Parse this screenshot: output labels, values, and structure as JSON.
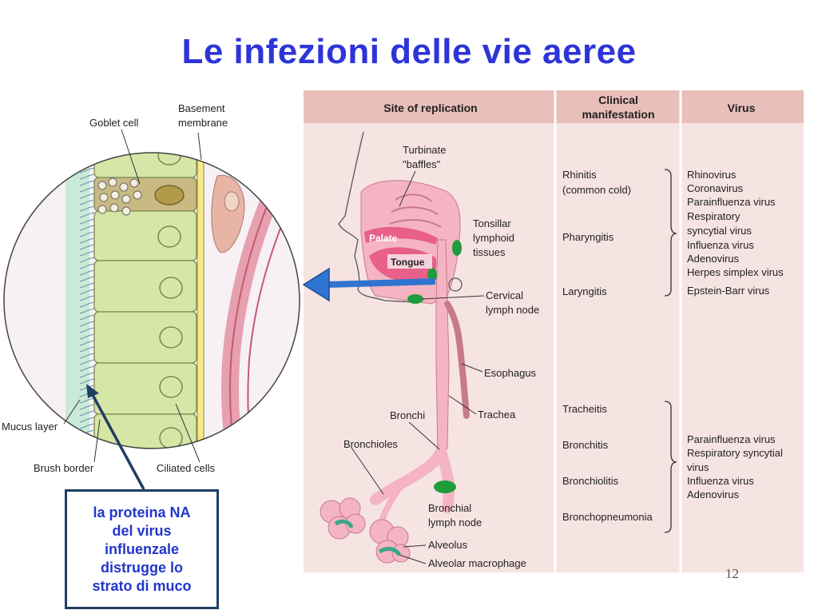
{
  "slide": {
    "title": "Le infezioni delle vie aeree",
    "page_number": "12"
  },
  "table": {
    "headers": [
      "Site of replication",
      "Clinical manifestation",
      "Virus"
    ],
    "header_clinical_lines": [
      "Clinical",
      "manifestation"
    ],
    "manifestations_upper": [
      "Rhinitis",
      "(common cold)",
      "Pharyngitis",
      "Laryngitis"
    ],
    "manifestations_lower": [
      "Tracheitis",
      "Bronchitis",
      "Bronchiolitis",
      "Bronchopneumonia"
    ],
    "viruses_upper": [
      "Rhinovirus",
      "Coronavirus",
      "Parainfluenza virus",
      "Respiratory",
      "syncytial virus",
      "Influenza virus",
      "Adenovirus",
      "Herpes simplex virus",
      "Epstein-Barr virus"
    ],
    "viruses_lower": [
      "Parainfluenza virus",
      "Respiratory syncytial",
      "virus",
      "Influenza virus",
      "Adenovirus"
    ]
  },
  "anatomy_labels": {
    "turbinate": [
      "Turbinate",
      "\"baffles\""
    ],
    "palate": "Palate",
    "tongue": "Tongue",
    "tonsillar": [
      "Tonsillar",
      "lymphoid",
      "tissues"
    ],
    "cervical": [
      "Cervical",
      "lymph node"
    ],
    "esophagus": "Esophagus",
    "bronchi": "Bronchi",
    "trachea": "Trachea",
    "bronchioles": "Bronchioles",
    "bronchial": [
      "Bronchial",
      "lymph node"
    ],
    "alveolus": "Alveolus",
    "macrophage": "Alveolar macrophage"
  },
  "epithelium_labels": {
    "goblet": "Goblet cell",
    "basement": [
      "Basement",
      "membrane"
    ],
    "mucus": "Mucus layer",
    "brush": "Brush border",
    "ciliated": "Ciliated cells"
  },
  "callout": {
    "text": "la proteina NA\ndel virus\ninfluenzale\ndistrugge lo\nstrato di muco"
  },
  "colors": {
    "title": "#2e34d9",
    "header_bg": "#e8bfb9",
    "panel_bg": "#f6e4e2",
    "tissue_pink": "#f4b4c4",
    "cell_green": "#d5e6a6",
    "lymph_green": "#1f9c3b",
    "arrow_blue": "#2f74d0",
    "callout_text": "#2236cc"
  }
}
